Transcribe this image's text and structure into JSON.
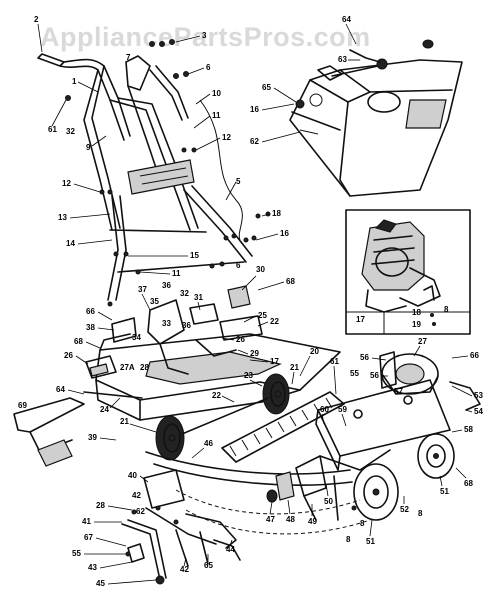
{
  "watermark": "AppliancePartsPros.com",
  "inset_labels": [
    "17",
    "18",
    "19"
  ],
  "callouts": [
    {
      "id": "c2",
      "text": "2"
    },
    {
      "id": "c1",
      "text": "1"
    },
    {
      "id": "c3",
      "text": "3"
    },
    {
      "id": "c32",
      "text": "32"
    },
    {
      "id": "c9",
      "text": "9"
    },
    {
      "id": "c7",
      "text": "7"
    },
    {
      "id": "c6a",
      "text": "6"
    },
    {
      "id": "c10",
      "text": "10"
    },
    {
      "id": "c11a",
      "text": "11"
    },
    {
      "id": "c12a",
      "text": "12"
    },
    {
      "id": "c5a",
      "text": "5"
    },
    {
      "id": "c12b",
      "text": "12"
    },
    {
      "id": "c13",
      "text": "13"
    },
    {
      "id": "c14",
      "text": "14"
    },
    {
      "id": "c15",
      "text": "15"
    },
    {
      "id": "c11b",
      "text": "11"
    },
    {
      "id": "c16a",
      "text": "16"
    },
    {
      "id": "c18",
      "text": "18"
    },
    {
      "id": "c6b",
      "text": "6"
    },
    {
      "id": "c30",
      "text": "30"
    },
    {
      "id": "c68a",
      "text": "68"
    },
    {
      "id": "c37",
      "text": "37"
    },
    {
      "id": "c36a",
      "text": "36"
    },
    {
      "id": "c32b",
      "text": "32"
    },
    {
      "id": "c35",
      "text": "35"
    },
    {
      "id": "c31",
      "text": "31"
    },
    {
      "id": "c66a",
      "text": "66"
    },
    {
      "id": "c33",
      "text": "33"
    },
    {
      "id": "c36b",
      "text": "36"
    },
    {
      "id": "c38",
      "text": "38"
    },
    {
      "id": "c34",
      "text": "34"
    },
    {
      "id": "c25",
      "text": "25"
    },
    {
      "id": "c22a",
      "text": "22"
    },
    {
      "id": "c68b",
      "text": "68"
    },
    {
      "id": "c26a",
      "text": "26"
    },
    {
      "id": "c27a",
      "text": "27A"
    },
    {
      "id": "c28",
      "text": "28"
    },
    {
      "id": "c26b",
      "text": "26"
    },
    {
      "id": "c29",
      "text": "29"
    },
    {
      "id": "c17",
      "text": "17"
    },
    {
      "id": "c20",
      "text": "20"
    },
    {
      "id": "c21a",
      "text": "21"
    },
    {
      "id": "c23",
      "text": "23"
    },
    {
      "id": "c22b",
      "text": "22"
    },
    {
      "id": "c64",
      "text": "64"
    },
    {
      "id": "c24",
      "text": "24"
    },
    {
      "id": "c69",
      "text": "69"
    },
    {
      "id": "c21b",
      "text": "21"
    },
    {
      "id": "c39",
      "text": "39"
    },
    {
      "id": "c46",
      "text": "46"
    },
    {
      "id": "c40",
      "text": "40"
    },
    {
      "id": "c28b",
      "text": "28"
    },
    {
      "id": "c62",
      "text": "62"
    },
    {
      "id": "c42a",
      "text": "42"
    },
    {
      "id": "c41",
      "text": "41"
    },
    {
      "id": "c67",
      "text": "67"
    },
    {
      "id": "c55",
      "text": "55"
    },
    {
      "id": "c43",
      "text": "43"
    },
    {
      "id": "c45",
      "text": "45"
    },
    {
      "id": "c42b",
      "text": "42"
    },
    {
      "id": "c65a",
      "text": "65"
    },
    {
      "id": "c44",
      "text": "44"
    },
    {
      "id": "c47",
      "text": "47"
    },
    {
      "id": "c48",
      "text": "48"
    },
    {
      "id": "c49",
      "text": "49"
    },
    {
      "id": "c50",
      "text": "50"
    },
    {
      "id": "c60",
      "text": "60"
    },
    {
      "id": "c59",
      "text": "59"
    },
    {
      "id": "c61",
      "text": "61"
    },
    {
      "id": "c8a",
      "text": "8"
    },
    {
      "id": "c8b",
      "text": "8"
    },
    {
      "id": "c51a",
      "text": "51"
    },
    {
      "id": "c52",
      "text": "52"
    },
    {
      "id": "c8c",
      "text": "8"
    },
    {
      "id": "c51b",
      "text": "51"
    },
    {
      "id": "c58",
      "text": "58"
    },
    {
      "id": "c68c",
      "text": "68"
    },
    {
      "id": "c54",
      "text": "54"
    },
    {
      "id": "c53",
      "text": "53"
    },
    {
      "id": "c57",
      "text": "57"
    },
    {
      "id": "c56a",
      "text": "56"
    },
    {
      "id": "c56b",
      "text": "56"
    },
    {
      "id": "c27b",
      "text": "27"
    },
    {
      "id": "c55b",
      "text": "55"
    },
    {
      "id": "c66b",
      "text": "66"
    },
    {
      "id": "c64b",
      "text": "64"
    },
    {
      "id": "c63",
      "text": "63"
    },
    {
      "id": "c65b",
      "text": "65"
    },
    {
      "id": "c16b",
      "text": "16"
    },
    {
      "id": "c62b",
      "text": "62"
    },
    {
      "id": "c8d",
      "text": "8"
    }
  ]
}
